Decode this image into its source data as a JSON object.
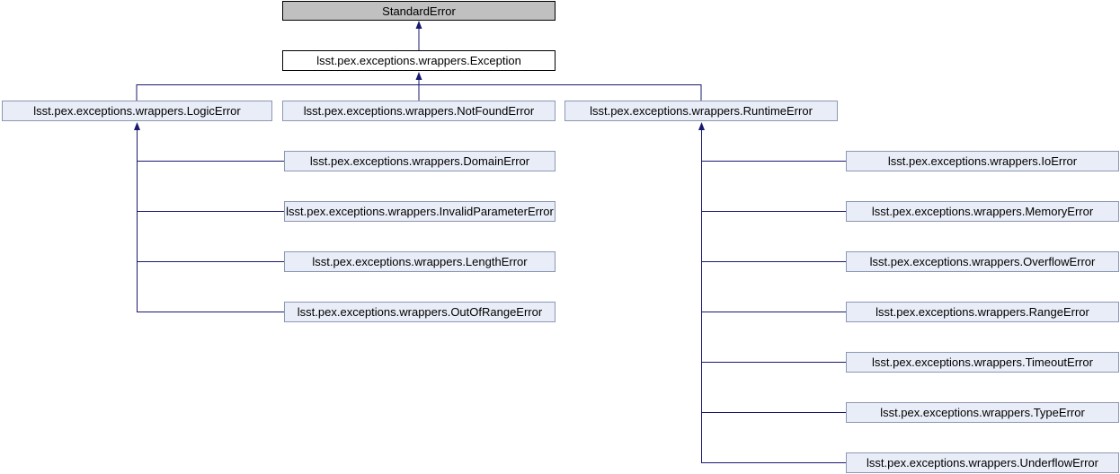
{
  "diagram": {
    "type": "class-inheritance-graph",
    "nodes": {
      "standard_error": {
        "label": "StandardError",
        "kind": "external"
      },
      "exception": {
        "label": "lsst.pex.exceptions.wrappers.Exception",
        "kind": "current"
      },
      "logic_error": {
        "label": "lsst.pex.exceptions.wrappers.LogicError",
        "kind": "linked"
      },
      "not_found_error": {
        "label": "lsst.pex.exceptions.wrappers.NotFoundError",
        "kind": "linked"
      },
      "runtime_error": {
        "label": "lsst.pex.exceptions.wrappers.RuntimeError",
        "kind": "linked"
      },
      "domain_error": {
        "label": "lsst.pex.exceptions.wrappers.DomainError",
        "kind": "linked"
      },
      "invalid_parameter_error": {
        "label": "lsst.pex.exceptions.wrappers.InvalidParameterError",
        "kind": "linked"
      },
      "length_error": {
        "label": "lsst.pex.exceptions.wrappers.LengthError",
        "kind": "linked"
      },
      "out_of_range_error": {
        "label": "lsst.pex.exceptions.wrappers.OutOfRangeError",
        "kind": "linked"
      },
      "io_error": {
        "label": "lsst.pex.exceptions.wrappers.IoError",
        "kind": "linked"
      },
      "memory_error": {
        "label": "lsst.pex.exceptions.wrappers.MemoryError",
        "kind": "linked"
      },
      "overflow_error": {
        "label": "lsst.pex.exceptions.wrappers.OverflowError",
        "kind": "linked"
      },
      "range_error": {
        "label": "lsst.pex.exceptions.wrappers.RangeError",
        "kind": "linked"
      },
      "timeout_error": {
        "label": "lsst.pex.exceptions.wrappers.TimeoutError",
        "kind": "linked"
      },
      "type_error": {
        "label": "lsst.pex.exceptions.wrappers.TypeError",
        "kind": "linked"
      },
      "underflow_error": {
        "label": "lsst.pex.exceptions.wrappers.UnderflowError",
        "kind": "linked"
      }
    },
    "edges": [
      {
        "from": "exception",
        "to": "standard_error"
      },
      {
        "from": "logic_error",
        "to": "exception"
      },
      {
        "from": "not_found_error",
        "to": "exception"
      },
      {
        "from": "runtime_error",
        "to": "exception"
      },
      {
        "from": "domain_error",
        "to": "logic_error"
      },
      {
        "from": "invalid_parameter_error",
        "to": "logic_error"
      },
      {
        "from": "length_error",
        "to": "logic_error"
      },
      {
        "from": "out_of_range_error",
        "to": "logic_error"
      },
      {
        "from": "io_error",
        "to": "runtime_error"
      },
      {
        "from": "memory_error",
        "to": "runtime_error"
      },
      {
        "from": "overflow_error",
        "to": "runtime_error"
      },
      {
        "from": "range_error",
        "to": "runtime_error"
      },
      {
        "from": "timeout_error",
        "to": "runtime_error"
      },
      {
        "from": "type_error",
        "to": "runtime_error"
      },
      {
        "from": "underflow_error",
        "to": "runtime_error"
      }
    ],
    "colors": {
      "edge": "#191970",
      "external_node_fill": "#c0c0c0",
      "external_node_border": "#000000",
      "current_node_fill": "#ffffff",
      "current_node_border": "#000000",
      "linked_node_fill": "#e9edf7",
      "linked_node_border": "#8c97b2",
      "text": "#000000",
      "background": "#ffffff"
    }
  }
}
